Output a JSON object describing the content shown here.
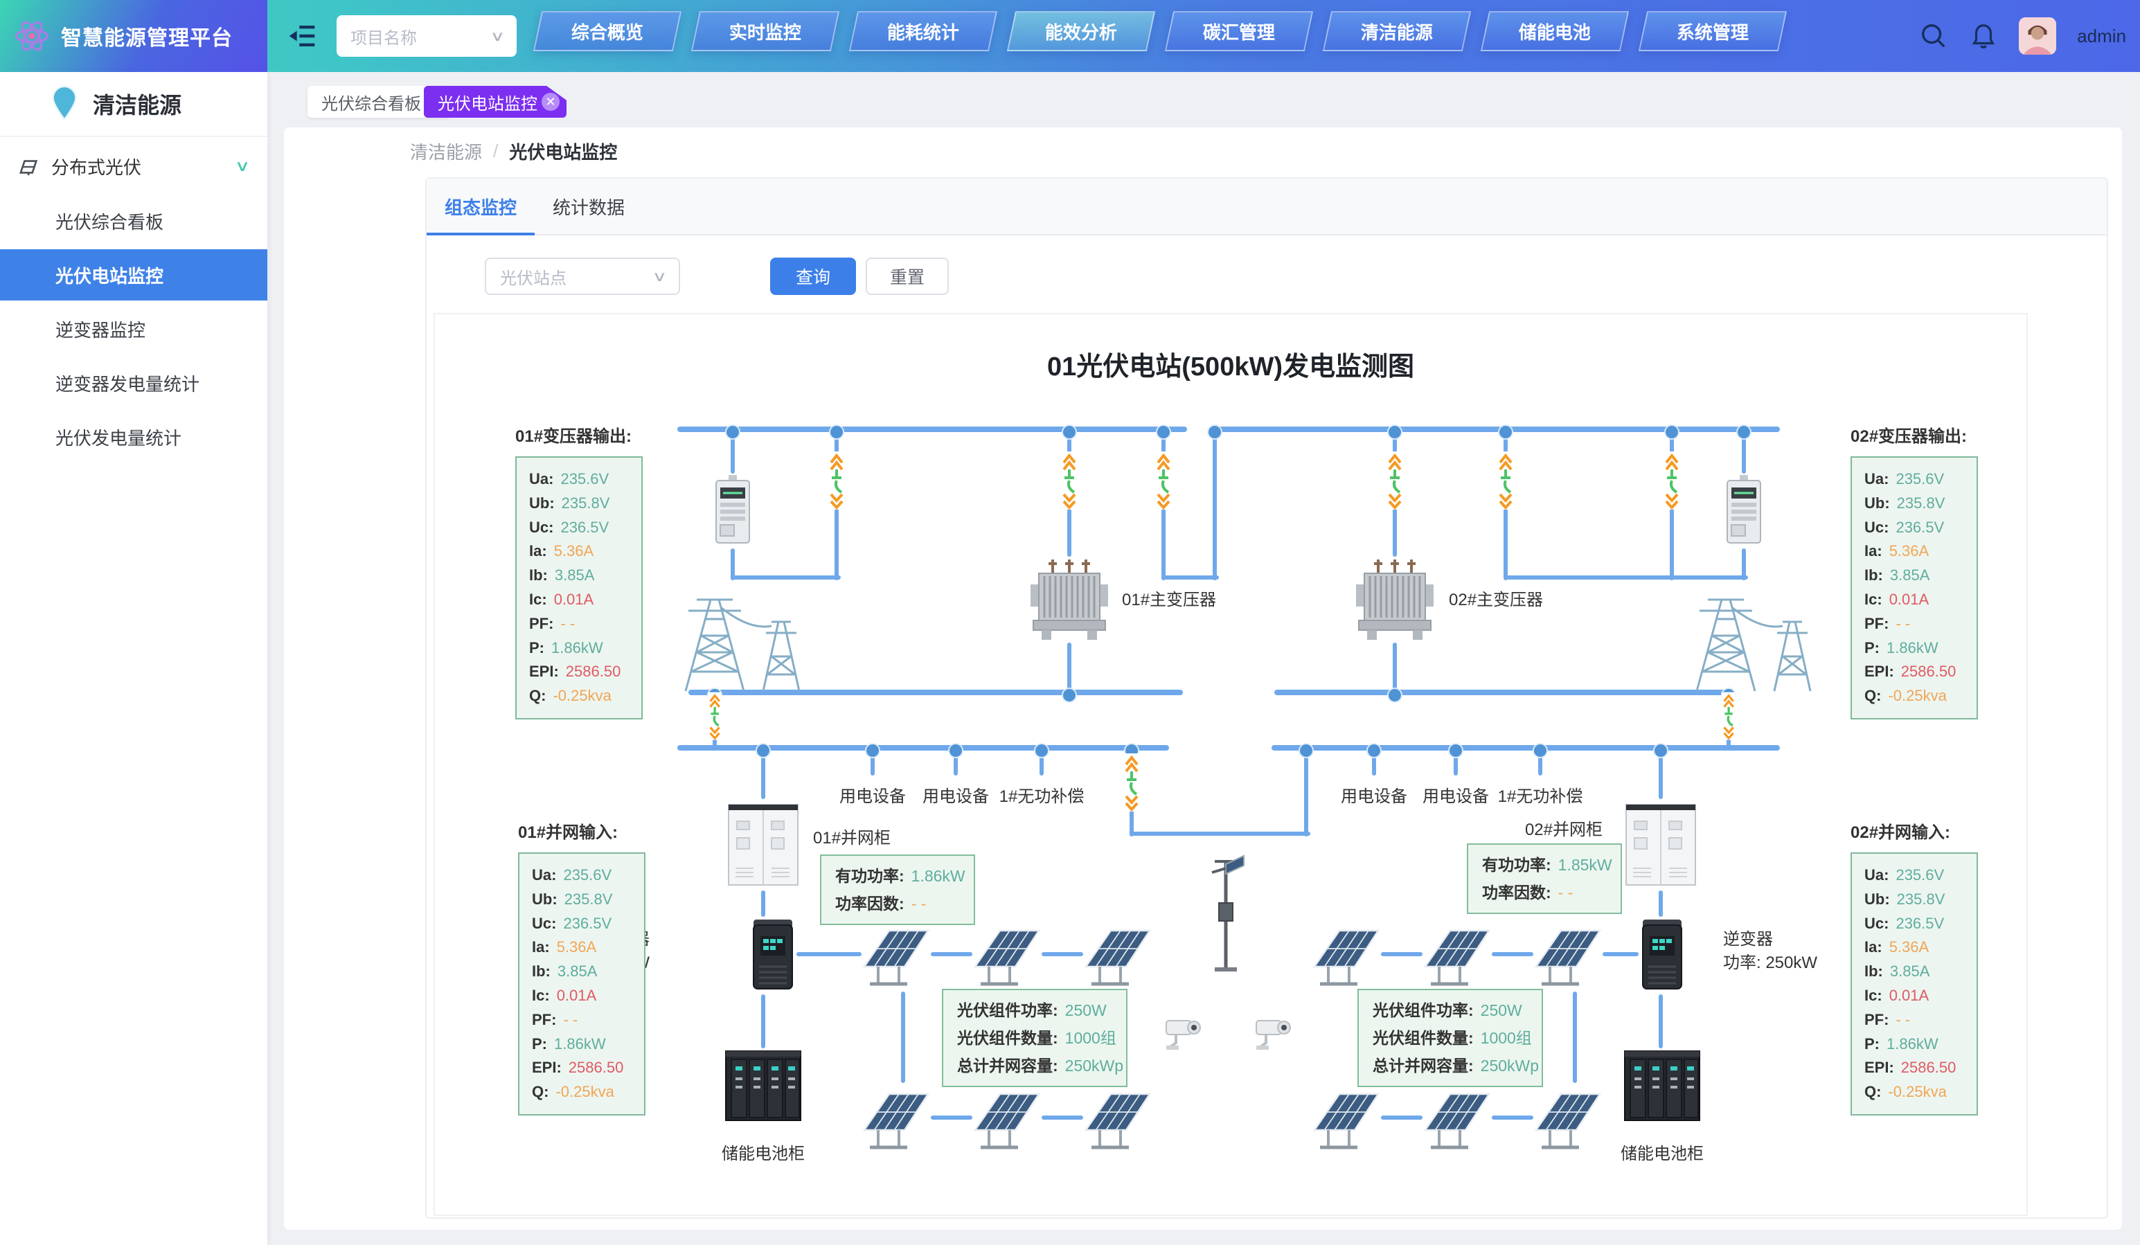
{
  "header": {
    "app_title": "智慧能源管理平台",
    "project_select": {
      "placeholder": "项目名称"
    },
    "nav": [
      {
        "label": "综合概览"
      },
      {
        "label": "实时监控"
      },
      {
        "label": "能耗统计"
      },
      {
        "label": "能效分析",
        "active": true
      },
      {
        "label": "碳汇管理"
      },
      {
        "label": "清洁能源"
      },
      {
        "label": "储能电池"
      },
      {
        "label": "系统管理"
      }
    ],
    "user": {
      "name": "admin"
    }
  },
  "sidebar": {
    "title": "清洁能源",
    "group": {
      "label": "分布式光伏"
    },
    "items": [
      {
        "label": "光伏综合看板"
      },
      {
        "label": "光伏电站监控",
        "active": true
      },
      {
        "label": "逆变器监控"
      },
      {
        "label": "逆变器发电量统计"
      },
      {
        "label": "光伏发电量统计"
      }
    ]
  },
  "tabs_bar": [
    {
      "label": "光伏综合看板"
    },
    {
      "label": "光伏电站监控",
      "active": true
    }
  ],
  "breadcrumb": [
    "清洁能源",
    "光伏电站监控"
  ],
  "content_tabs": [
    {
      "label": "组态监控",
      "active": true
    },
    {
      "label": "统计数据"
    }
  ],
  "filter": {
    "station_placeholder": "光伏站点",
    "query": "查询",
    "reset": "重置"
  },
  "diagram": {
    "title": "01光伏电站(500kW)发电监测图",
    "panels": [
      {
        "title": "01#变压器输出:",
        "rows": [
          {
            "k": "Ua:",
            "v": "235.6V",
            "c": "teal"
          },
          {
            "k": "Ub:",
            "v": "235.8V",
            "c": "teal"
          },
          {
            "k": "Uc:",
            "v": "236.5V",
            "c": "teal"
          },
          {
            "k": "Ia:",
            "v": "5.36A",
            "c": "orange"
          },
          {
            "k": "Ib:",
            "v": "3.85A",
            "c": "teal"
          },
          {
            "k": "Ic:",
            "v": "0.01A",
            "c": "red"
          },
          {
            "k": "PF:",
            "v": "- -",
            "c": "orange"
          },
          {
            "k": "P:",
            "v": "1.86kW",
            "c": "teal"
          },
          {
            "k": "EPI:",
            "v": "2586.50",
            "c": "red"
          },
          {
            "k": "Q:",
            "v": "-0.25kva",
            "c": "orange"
          }
        ]
      },
      {
        "title": "02#变压器输出:",
        "rows": [
          {
            "k": "Ua:",
            "v": "235.6V",
            "c": "teal"
          },
          {
            "k": "Ub:",
            "v": "235.8V",
            "c": "teal"
          },
          {
            "k": "Uc:",
            "v": "236.5V",
            "c": "teal"
          },
          {
            "k": "Ia:",
            "v": "5.36A",
            "c": "orange"
          },
          {
            "k": "Ib:",
            "v": "3.85A",
            "c": "teal"
          },
          {
            "k": "Ic:",
            "v": "0.01A",
            "c": "red"
          },
          {
            "k": "PF:",
            "v": "- -",
            "c": "orange"
          },
          {
            "k": "P:",
            "v": "1.86kW",
            "c": "teal"
          },
          {
            "k": "EPI:",
            "v": "2586.50",
            "c": "red"
          },
          {
            "k": "Q:",
            "v": "-0.25kva",
            "c": "orange"
          }
        ]
      },
      {
        "title": "01#并网输入:",
        "rows": [
          {
            "k": "Ua:",
            "v": "235.6V",
            "c": "teal"
          },
          {
            "k": "Ub:",
            "v": "235.8V",
            "c": "teal"
          },
          {
            "k": "Uc:",
            "v": "236.5V",
            "c": "teal"
          },
          {
            "k": "Ia:",
            "v": "5.36A",
            "c": "orange"
          },
          {
            "k": "Ib:",
            "v": "3.85A",
            "c": "teal"
          },
          {
            "k": "Ic:",
            "v": "0.01A",
            "c": "red"
          },
          {
            "k": "PF:",
            "v": "- -",
            "c": "orange"
          },
          {
            "k": "P:",
            "v": "1.86kW",
            "c": "teal"
          },
          {
            "k": "EPI:",
            "v": "2586.50",
            "c": "red"
          },
          {
            "k": "Q:",
            "v": "-0.25kva",
            "c": "orange"
          }
        ]
      },
      {
        "title": "02#并网输入:",
        "rows": [
          {
            "k": "Ua:",
            "v": "235.6V",
            "c": "teal"
          },
          {
            "k": "Ub:",
            "v": "235.8V",
            "c": "teal"
          },
          {
            "k": "Uc:",
            "v": "236.5V",
            "c": "teal"
          },
          {
            "k": "Ia:",
            "v": "5.36A",
            "c": "orange"
          },
          {
            "k": "Ib:",
            "v": "3.85A",
            "c": "teal"
          },
          {
            "k": "Ic:",
            "v": "0.01A",
            "c": "red"
          },
          {
            "k": "PF:",
            "v": "- -",
            "c": "orange"
          },
          {
            "k": "P:",
            "v": "1.86kW",
            "c": "teal"
          },
          {
            "k": "EPI:",
            "v": "2586.50",
            "c": "red"
          },
          {
            "k": "Q:",
            "v": "-0.25kva",
            "c": "orange"
          }
        ]
      }
    ],
    "transformers": [
      "01#主变压器",
      "02#主变压器"
    ],
    "load_labels": {
      "load": "用电设备",
      "compensation": "1#无功补偿"
    },
    "cabinets": [
      "01#并网柜",
      "02#并网柜"
    ],
    "cabinet_boxes": [
      {
        "rows": [
          {
            "k": "有功功率:",
            "v": "1.86kW",
            "c": "teal"
          },
          {
            "k": "功率因数:",
            "v": "- -",
            "c": "orange"
          }
        ]
      },
      {
        "rows": [
          {
            "k": "有功功率:",
            "v": "1.85kW",
            "c": "teal"
          },
          {
            "k": "功率因数:",
            "v": "- -",
            "c": "orange"
          }
        ]
      }
    ],
    "pv_boxes": [
      {
        "rows": [
          {
            "k": "光伏组件功率:",
            "v": "250W",
            "c": "teal"
          },
          {
            "k": "光伏组件数量:",
            "v": "1000组",
            "c": "teal"
          },
          {
            "k": "总计并网容量:",
            "v": "250kWp",
            "c": "teal"
          }
        ]
      },
      {
        "rows": [
          {
            "k": "光伏组件功率:",
            "v": "250W",
            "c": "teal"
          },
          {
            "k": "光伏组件数量:",
            "v": "1000组",
            "c": "teal"
          },
          {
            "k": "总计并网容量:",
            "v": "250kWp",
            "c": "teal"
          }
        ]
      }
    ],
    "inverter_label": [
      "逆变器",
      "功率: 250kW"
    ],
    "battery_label": "储能电池柜"
  },
  "colors": {
    "accent_blue": "#3d7fe8",
    "header_teal": "#3ed2b4",
    "header_blue": "#4c68e8",
    "chip_purple": "#7c2ff0",
    "bus_blue": "#6fa8ea",
    "value_teal": "#5fad9d",
    "value_orange": "#f0a656",
    "value_red": "#e05a64",
    "sidebar_active": "#3e82e8"
  }
}
